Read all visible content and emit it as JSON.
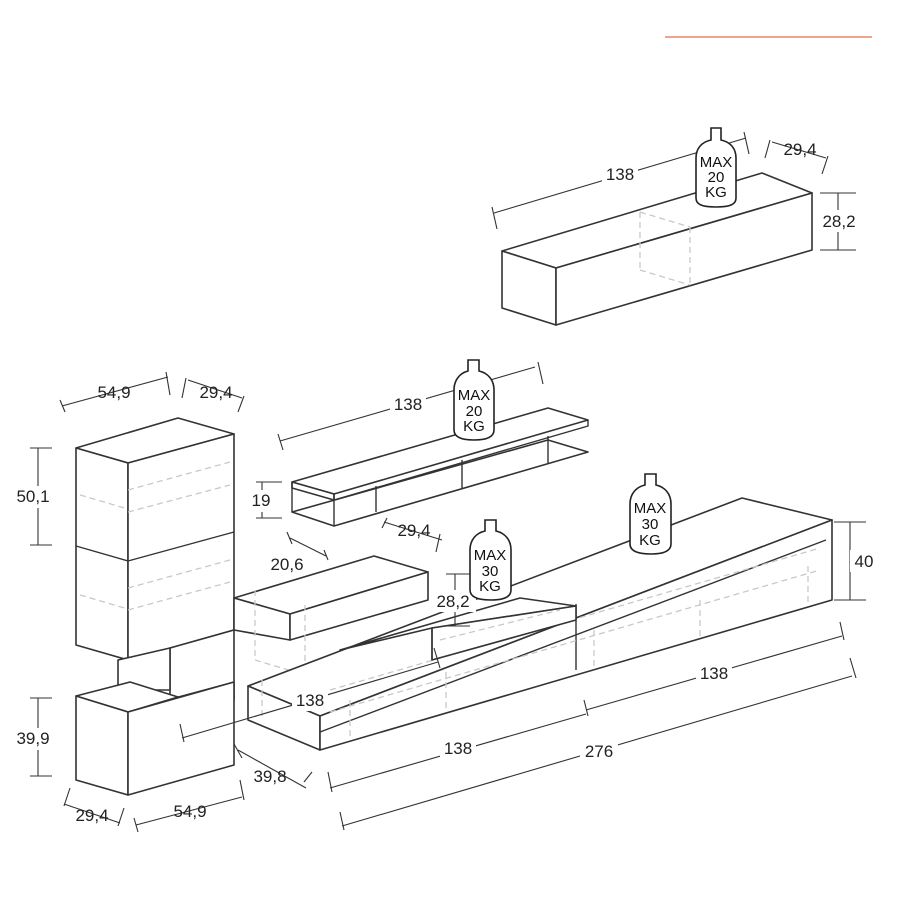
{
  "accent_color": "#e8876a",
  "dimensions": {
    "wall_box_width": "138",
    "wall_box_depth": "29,4",
    "wall_box_height": "28,2",
    "shelf_width": "138",
    "shelf_height": "19",
    "shelf_depth_right": "29,4",
    "shelf_depth_left": "20,6",
    "tall_unit_width": "54,9",
    "tall_unit_depth": "29,4",
    "tall_unit_height": "50,1",
    "low_unit_height": "39,9",
    "low_unit_depth": "29,4",
    "low_unit_width": "54,9",
    "bridge_height": "39,8",
    "middle_box_height": "28,2",
    "middle_box_width": "138",
    "base_height": "40",
    "base_width_right": "138",
    "base_width_left": "138",
    "base_total_width": "276"
  },
  "weight_limits": [
    {
      "line1": "MAX",
      "line2": "20",
      "line3": "KG"
    },
    {
      "line1": "MAX",
      "line2": "20",
      "line3": "KG"
    },
    {
      "line1": "MAX",
      "line2": "30",
      "line3": "KG"
    },
    {
      "line1": "MAX",
      "line2": "30",
      "line3": "KG"
    }
  ]
}
